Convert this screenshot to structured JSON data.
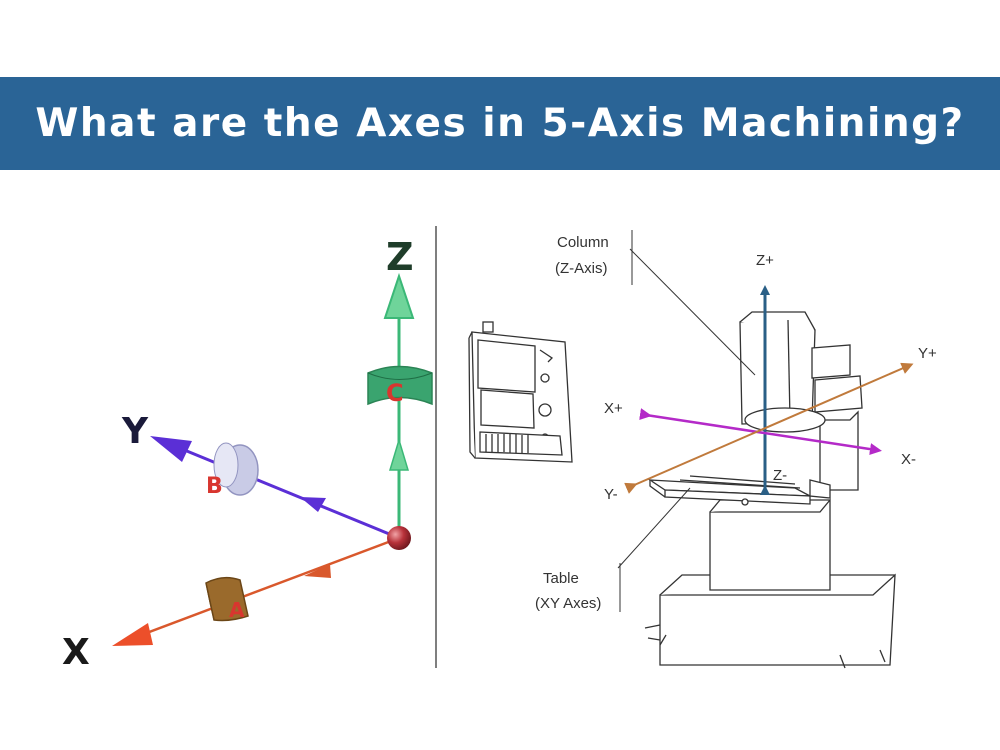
{
  "header": {
    "title": "What are the Axes in 5-Axis Machining?",
    "background": "#2a6496"
  },
  "left_diagram": {
    "linear_axes": [
      {
        "label": "Z",
        "color": "#3bb877",
        "icon": "arrow-up"
      },
      {
        "label": "Y",
        "color": "#5b2fd6",
        "icon": "arrow-up-left"
      },
      {
        "label": "X",
        "color": "#d9582c",
        "icon": "arrow-down-left"
      }
    ],
    "rotary_axes": [
      {
        "label": "C",
        "about": "Z",
        "color": "#3aa46f"
      },
      {
        "label": "B",
        "about": "Y",
        "color": "#b5b8dc"
      },
      {
        "label": "A",
        "about": "X",
        "color": "#9a6a2c"
      }
    ],
    "origin_color": "#b8323a"
  },
  "right_diagram": {
    "callouts": {
      "column_line1": "Column",
      "column_line2": "(Z-Axis)",
      "table_line1": "Table",
      "table_line2": "(XY Axes)"
    },
    "directions": {
      "z_plus": "Z+",
      "z_minus": "Z-",
      "x_plus": "X+",
      "x_minus": "X-",
      "y_plus": "Y+",
      "y_minus": "Y-"
    },
    "colors": {
      "z_axis": "#2a5f86",
      "x_axis": "#b42ac8",
      "y_axis": "#c07a3c",
      "machine_line": "#333333"
    }
  }
}
